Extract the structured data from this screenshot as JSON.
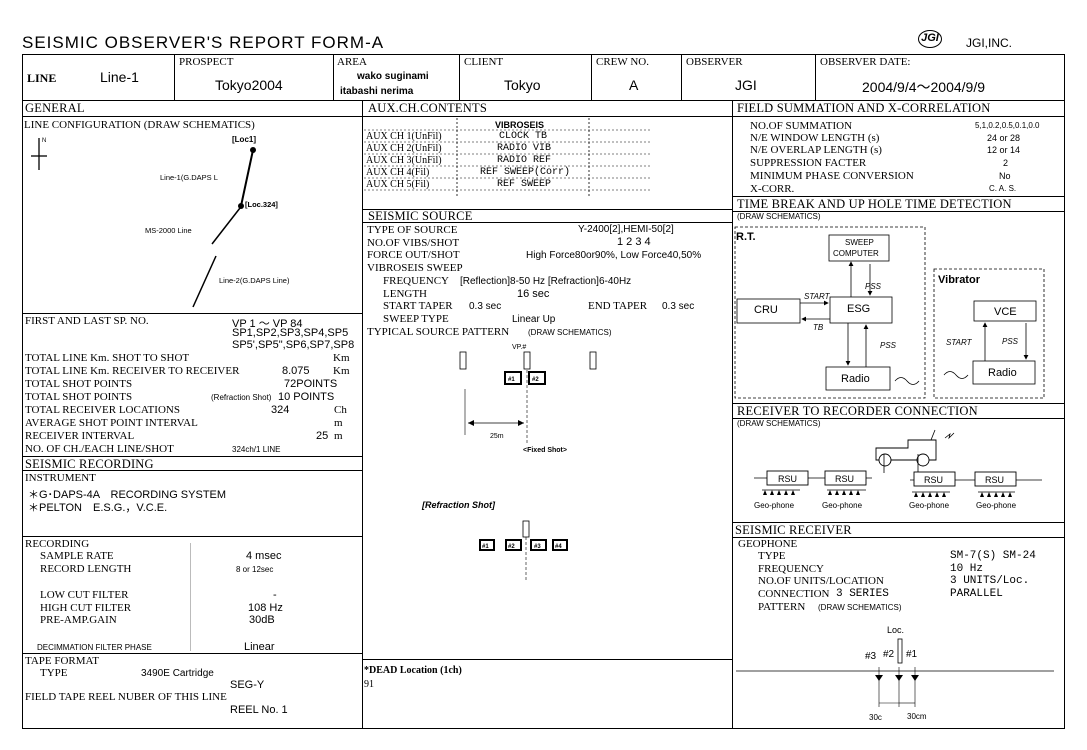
{
  "title": "SEISMIC OBSERVER'S REPORT FORM-A",
  "company": {
    "logo": "JGI",
    "name": "JGI,INC."
  },
  "header": {
    "line_label": "LINE",
    "line_value": "Line-1",
    "prospect_label": "PROSPECT",
    "prospect_value": "Tokyo2004",
    "area_label": "AREA",
    "area_value1": "wako suginami",
    "area_value2": "itabashi nerima",
    "client_label": "CLIENT",
    "client_value": "Tokyo",
    "crew_label": "CREW NO.",
    "crew_value": "A",
    "observer_label": "OBSERVER",
    "observer_value": "JGI",
    "date_label": "OBSERVER DATE:",
    "date_value": "2004/9/4～2004/9/9"
  },
  "general": {
    "heading": "GENERAL",
    "line_config": "LINE CONFIGURATION (DRAW SCHEMATICS)",
    "schematic": {
      "north": "N",
      "loc1": "[Loc1]",
      "line1": "Line-1(G.DAPS L",
      "loc324": "[Loc.324]",
      "ms2000": "MS-2000 Line",
      "line2": "Line-2(G.DAPS Line)"
    },
    "first_last_label": "FIRST AND LAST SP. NO.",
    "first_last_1": "VP 1 ～ VP 84",
    "first_last_2": "SP1,SP2,SP3,SP4,SP5",
    "first_last_3": "SP5',SP5\",SP6,SP7,SP8",
    "rows": [
      {
        "label": "TOTAL LINE Km. SHOT TO SHOT",
        "value": "",
        "unit": "Km"
      },
      {
        "label": "TOTAL LINE Km. RECEIVER TO RECEIVER",
        "value": "8.075",
        "unit": "Km"
      },
      {
        "label": "TOTAL SHOT POINTS",
        "value": "",
        "unit": "72POINTS"
      },
      {
        "label": "TOTAL SHOT POINTS",
        "value": "(Refraction Shot)",
        "unit": "10 POINTS"
      },
      {
        "label": "TOTAL RECEIVER LOCATIONS",
        "value": "324",
        "unit": "Ch"
      },
      {
        "label": "AVERAGE SHOT POINT INTERVAL",
        "value": "",
        "unit": "m"
      },
      {
        "label": "RECEIVER INTERVAL",
        "value": "25",
        "unit": "m"
      },
      {
        "label": "NO. OF CH./EACH LINE/SHOT",
        "value": "324ch/1 LINE",
        "unit": ""
      }
    ]
  },
  "seismic_recording": {
    "heading": "SEISMIC RECORDING",
    "instrument_label": "INSTRUMENT",
    "instrument_1": "＊G･DAPS-4A　RECORDING SYSTEM",
    "instrument_2": "＊PELTON　E.S.G.，V.C.E.",
    "recording_label": "RECORDING",
    "rows": [
      {
        "label": "SAMPLE RATE",
        "value": "4 msec"
      },
      {
        "label": "RECORD LENGTH",
        "value": "8 or 12sec"
      },
      {
        "label": "LOW CUT FILTER",
        "value": "-"
      },
      {
        "label": "HIGH CUT FILTER",
        "value": "108 Hz"
      },
      {
        "label": "PRE-AMP.GAIN",
        "value": "30dB"
      },
      {
        "label": "DECIMMATION FILTER PHASE",
        "value": "Linear"
      }
    ],
    "tape_label": "TAPE FORMAT",
    "type_label": "TYPE",
    "type_value": "3490E Cartridge",
    "format_value": "SEG-Y",
    "reel_label": "FIELD TAPE REEL NUBER OF THIS LINE",
    "reel_value": "REEL No. 1"
  },
  "aux": {
    "heading": "AUX.CH.CONTENTS",
    "subhead": "VIBROSEIS",
    "rows": [
      {
        "label": "AUX CH 1(UnFil)",
        "value": "CLOCK TB"
      },
      {
        "label": "AUX CH 2(UnFil)",
        "value": "RADIO VIB"
      },
      {
        "label": "AUX CH 3(UnFil)",
        "value": "RADIO REF"
      },
      {
        "label": "AUX CH 4(Fil)",
        "value": "REF SWEEP(Corr)"
      },
      {
        "label": "AUX CH 5(Fil)",
        "value": "REF SWEEP"
      }
    ]
  },
  "source": {
    "heading": "SEISMIC SOURCE",
    "type_label": "TYPE OF SOURCE",
    "type_value": "Y-2400[2],HEMI-50[2]",
    "vibs_label": "NO.OF VIBS/SHOT",
    "vibs_value": "1 2 3 4",
    "force_label": "FORCE OUT/SHOT",
    "force_value": "High Force80or90%, Low Force40,50%",
    "sweep_label": "VIBROSEIS SWEEP",
    "freq_label": "FREQUENCY",
    "freq_value": "[Reflection]8-50 Hz [Refraction]6-40Hz",
    "length_label": "LENGTH",
    "length_value": "16 sec",
    "start_label": "START TAPER",
    "start_value": "0.3 sec",
    "end_label": "END TAPER",
    "end_value": "0.3 sec",
    "sweep_type_label": "SWEEP TYPE",
    "sweep_type_value": "Linear Up",
    "pattern_label": "TYPICAL SOURCE PATTERN",
    "pattern_note": "(DRAW SCHEMATICS)",
    "vp_label": "VP.#",
    "fixed": {
      "b1": "#1",
      "b2": "#2",
      "dist": "25m",
      "caption": "<Fixed Shot>"
    },
    "refraction": {
      "caption": "[Refraction Shot]",
      "b1": "#1",
      "b2": "#2",
      "b3": "#3",
      "b4": "#4"
    },
    "dead_label": "*DEAD Location (1ch)",
    "dead_value": "91"
  },
  "summation": {
    "heading": "FIELD SUMMATION AND X-CORRELATION",
    "rows": [
      {
        "label": "NO.OF SUMMATION",
        "value": "5,1,0.2,0.5,0.1,0.0"
      },
      {
        "label": "N/E WINDOW LENGTH (s)",
        "value": "24 or 28"
      },
      {
        "label": "N/E OVERLAP LENGTH (s)",
        "value": "12 or 14"
      },
      {
        "label": "SUPPRESSION FACTER",
        "value": "2"
      },
      {
        "label": "MINIMUM PHASE CONVERSION",
        "value": "No"
      },
      {
        "label": "X-CORR.",
        "value": "C. A. S."
      }
    ]
  },
  "timebreak": {
    "heading": "TIME BREAK AND UP HOLE TIME DETECTION",
    "note": "(DRAW SCHEMATICS)",
    "rt": "R.T.",
    "vibrator": "Vibrator",
    "sweep_computer_1": "SWEEP",
    "sweep_computer_2": "COMPUTER",
    "cru": "CRU",
    "esg": "ESG",
    "radio": "Radio",
    "vce": "VCE",
    "start": "START",
    "tb": "TB",
    "pss": "PSS"
  },
  "recv_conn": {
    "heading": "RECEIVER TO RECORDER CONNECTION",
    "note": "(DRAW SCHEMATICS)",
    "rsu": "RSU",
    "geo": "Geo-phone"
  },
  "receiver": {
    "heading": "SEISMIC RECEIVER",
    "geophone_label": "GEOPHONE",
    "type_label": "TYPE",
    "type_value": "SM-7(S) SM-24",
    "freq_label": "FREQUENCY",
    "freq_value": "10 Hz",
    "units_label": "NO.OF UNITS/LOCATION",
    "units_value": "3 UNITS/Loc.",
    "conn_label": "CONNECTION",
    "conn_series": "3 SERIES",
    "conn_value": "PARALLEL",
    "pattern_label": "PATTERN",
    "pattern_note": "(DRAW SCHEMATICS)",
    "loc": "Loc.",
    "g3": "#3",
    "g2": "#2",
    "g1": "#1",
    "d1": "30c",
    "d2": "30cm"
  }
}
